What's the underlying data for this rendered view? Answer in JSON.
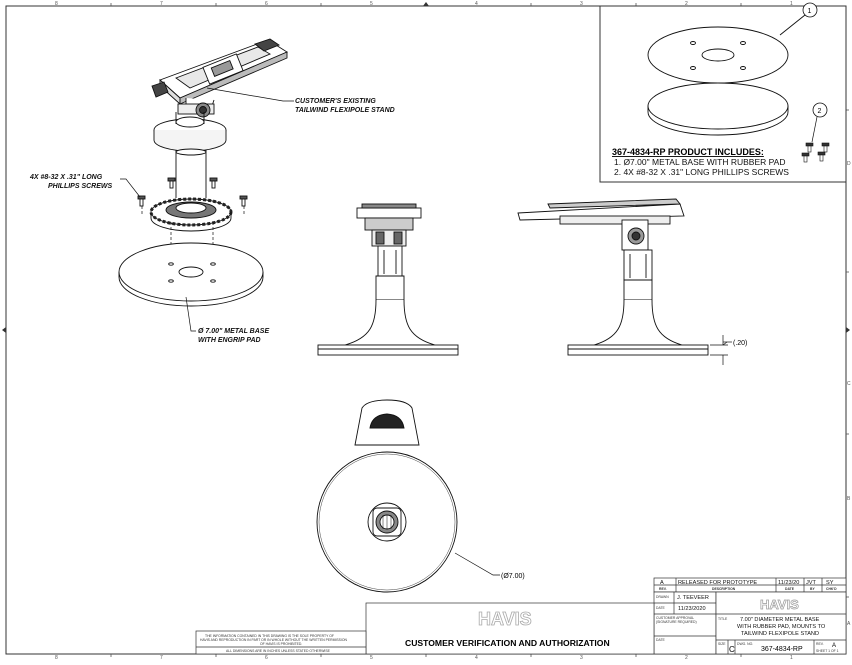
{
  "callouts": {
    "existing_stand": [
      "CUSTOMER'S EXISTING",
      "TAILWIND FLEXIPOLE STAND"
    ],
    "screws": [
      "4X #8-32 X .31\" LONG",
      "PHILLIPS SCREWS"
    ],
    "base": [
      "Ø 7.00\" METAL BASE",
      "WITH ENGRIP PAD"
    ]
  },
  "dimensions": {
    "pad_thickness": "(.20)",
    "diameter": "(Ø7.00)"
  },
  "inset": {
    "balloon_1": "1",
    "balloon_2": "2",
    "heading": "367-4834-RP PRODUCT INCLUDES:",
    "items": [
      "1.   Ø7.00\" METAL BASE WITH RUBBER PAD",
      "2.   4X #8-32 X .31\" LONG PHILLIPS SCREWS"
    ]
  },
  "border": {
    "top": [
      "8",
      "7",
      "6",
      "5",
      "4",
      "3",
      "2",
      "1"
    ],
    "bottom": [
      "8",
      "7",
      "6",
      "5",
      "4",
      "3",
      "2",
      "1"
    ],
    "rows": [
      "D",
      "C",
      "B",
      "A"
    ]
  },
  "title_block": {
    "revision": {
      "rev": "A",
      "description": "RELEASED FOR PROTOTYPE",
      "date": "11/23/20",
      "by": "JVT",
      "chkd": "SY"
    },
    "rev_headers": {
      "rev": "REV.",
      "description": "DESCRIPTION",
      "date": "DATE",
      "by": "BY",
      "chkd": "CHK'D"
    },
    "drawn_label": "DRAWN",
    "drawn_by": "J. TEEVEER",
    "date_label": "DATE",
    "date": "11/23/2020",
    "approval_label": "CUSTOMER APPROVAL",
    "approval_sub": "(SIGNATURE REQUIRED)",
    "approval_date_label": "DATE",
    "logo": "HAVIS",
    "title_label": "TITLE",
    "title_lines": [
      "7.00\" DIAMETER METAL BASE",
      "WITH RUBBER PAD, MOUNTS TO",
      "TAILWIND FLEXIPOLE STAND"
    ],
    "size_label": "SIZE",
    "size": "C",
    "dwg_label": "DWG. NO.",
    "dwg_no": "367-4834-RP",
    "rev_label": "REV.",
    "rev_value": "A",
    "sheet": "SHEET 1 OF 1",
    "verification": "CUSTOMER VERIFICATION AND AUTHORIZATION",
    "proprietary": [
      "THE INFORMATION CONTAINED IN THIS DRAWING IS THE SOLE PROPERTY OF",
      "HAVIS AND REPRODUCTION IN PART OR IN WHOLE WITHOUT THE WRITTEN PERMISSION",
      "OF HAVIS IS PROHIBITED."
    ],
    "dimensions_note": "ALL DIMENSIONS ARE IN INCHES UNLESS STATED OTHERWISE"
  }
}
